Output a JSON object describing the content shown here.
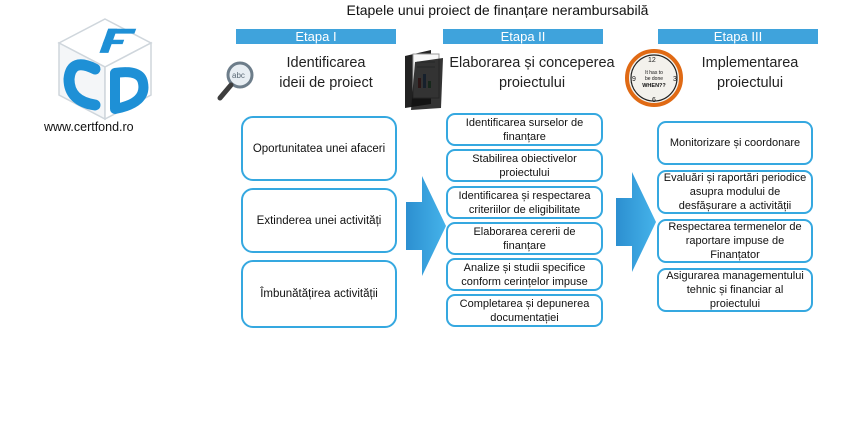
{
  "title": "Etapele unui proiect de finanțare nerambursabilă",
  "logo": {
    "letters": [
      "C",
      "F",
      "D"
    ],
    "url": "www.certfond.ro"
  },
  "stages": [
    {
      "bar": "Etapa I",
      "heading": [
        "Identificarea",
        "ideii de proiect"
      ],
      "icon": "magnifier-icon",
      "items": [
        "Oportunitatea unei afaceri",
        "Extinderea unei activități",
        "Îmbunătățirea activității"
      ]
    },
    {
      "bar": "Etapa II",
      "heading": [
        "Elaborarea și conceperea",
        "proiectului"
      ],
      "icon": "folder-document-icon",
      "items": [
        "Identificarea surselor de finanțare",
        "Stabilirea obiectivelor proiectului",
        "Identificarea și respectarea criteriilor de eligibilitate",
        "Elaborarea cererii de finanțare",
        "Analize și studii specifice conform cerințelor impuse",
        "Completarea și depunerea documentației"
      ]
    },
    {
      "bar": "Etapa III",
      "heading": [
        "Implementarea",
        "proiectului"
      ],
      "icon": "clock-icon",
      "clock_text": [
        "It has to",
        "be done",
        "WHEN??"
      ],
      "items": [
        "Monitorizare și coordonare",
        "Evaluări și raportări periodice asupra modului de desfășurare a activității",
        "Respectarea termenelor de raportare impuse de Finanțator",
        "Asigurarea managementului tehnic și financiar al proiectului"
      ]
    }
  ],
  "colors": {
    "accent": "#3fa3dc",
    "border": "#35a8e0",
    "arrow": "#2f9fe0"
  }
}
